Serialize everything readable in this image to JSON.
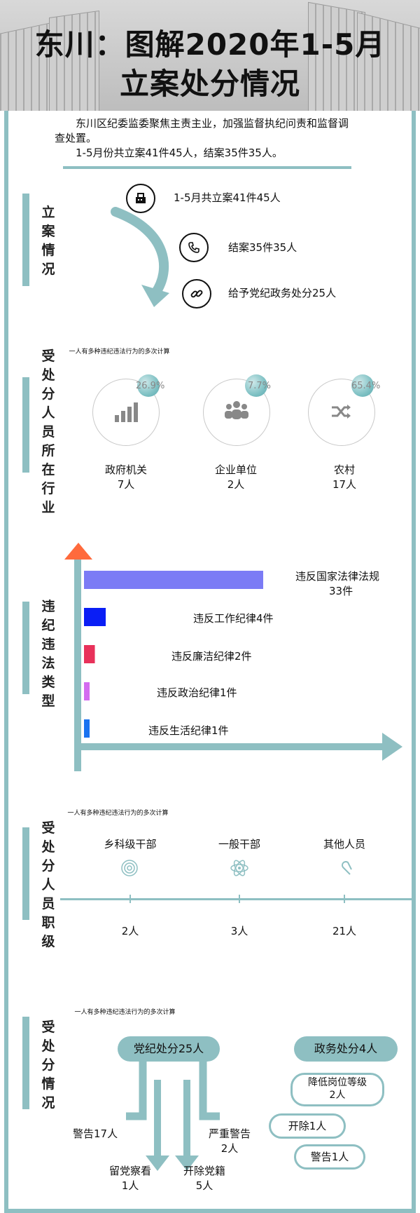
{
  "header": {
    "title_line1": "东川：图解2020年1-5月",
    "title_line2": "立案处分情况"
  },
  "intro": {
    "line1": "东川区纪委监委聚焦主责主业，加强监督执纪问责和监督调",
    "line2": "查处置。",
    "line3": "1-5月份共立案41件45人，结案35件35人。"
  },
  "sections": {
    "case": "立案情况",
    "industry": "受处分人员所在行业",
    "violation": "违纪违法类型",
    "rank": "受处分人员职级",
    "punishment": "受处分情况"
  },
  "case_items": [
    {
      "icon": "fax-icon",
      "text": "1-5月共立案41件45人"
    },
    {
      "icon": "phone-icon",
      "text": "结案35件35人"
    },
    {
      "icon": "link-icon",
      "text": "给予党纪政务处分25人"
    }
  ],
  "notes": {
    "multi": "一人有多种违纪违法行为的多次计算"
  },
  "industry_items": [
    {
      "icon": "bar-chart-icon",
      "pct": "26.9%",
      "name": "政府机关",
      "count": "7人"
    },
    {
      "icon": "people-icon",
      "pct": "7.7%",
      "name": "企业单位",
      "count": "2人"
    },
    {
      "icon": "shuffle-icon",
      "pct": "65.4%",
      "name": "农村",
      "count": "17人"
    }
  ],
  "chart_data": {
    "type": "bar",
    "categories": [
      "违反国家法律法规",
      "违反工作纪律",
      "违反廉洁纪律",
      "违反政治纪律",
      "违反生活纪律"
    ],
    "values": [
      33,
      4,
      2,
      1,
      1
    ],
    "labels": [
      "违反国家法律法规",
      "违反工作纪律4件",
      "违反廉洁纪律2件",
      "违反政治纪律1件",
      "违反生活纪律1件"
    ],
    "label_extra": "33件",
    "colors": [
      "#7b7bf5",
      "#0a1ef5",
      "#e8315a",
      "#d36cf0",
      "#1a73f0"
    ],
    "orientation": "horizontal"
  },
  "rank_items": [
    {
      "icon": "target-icon",
      "name": "乡科级干部",
      "count": "2人"
    },
    {
      "icon": "atom-icon",
      "name": "一般干部",
      "count": "3人"
    },
    {
      "icon": "magnet-icon",
      "name": "其他人员",
      "count": "21人"
    }
  ],
  "punishment": {
    "party_title": "党纪处分25人",
    "admin_title": "政务处分4人",
    "warning": "警告17人",
    "serious_line1": "严重警告",
    "serious_line2": "2人",
    "probation_line1": "留党察看",
    "probation_line2": "1人",
    "expel_party_line1": "开除党籍",
    "expel_party_line2": "5人",
    "demote_line1": "降低岗位等级",
    "demote_line2": "2人",
    "dismiss": "开除1人",
    "admin_warning": "警告1人"
  }
}
